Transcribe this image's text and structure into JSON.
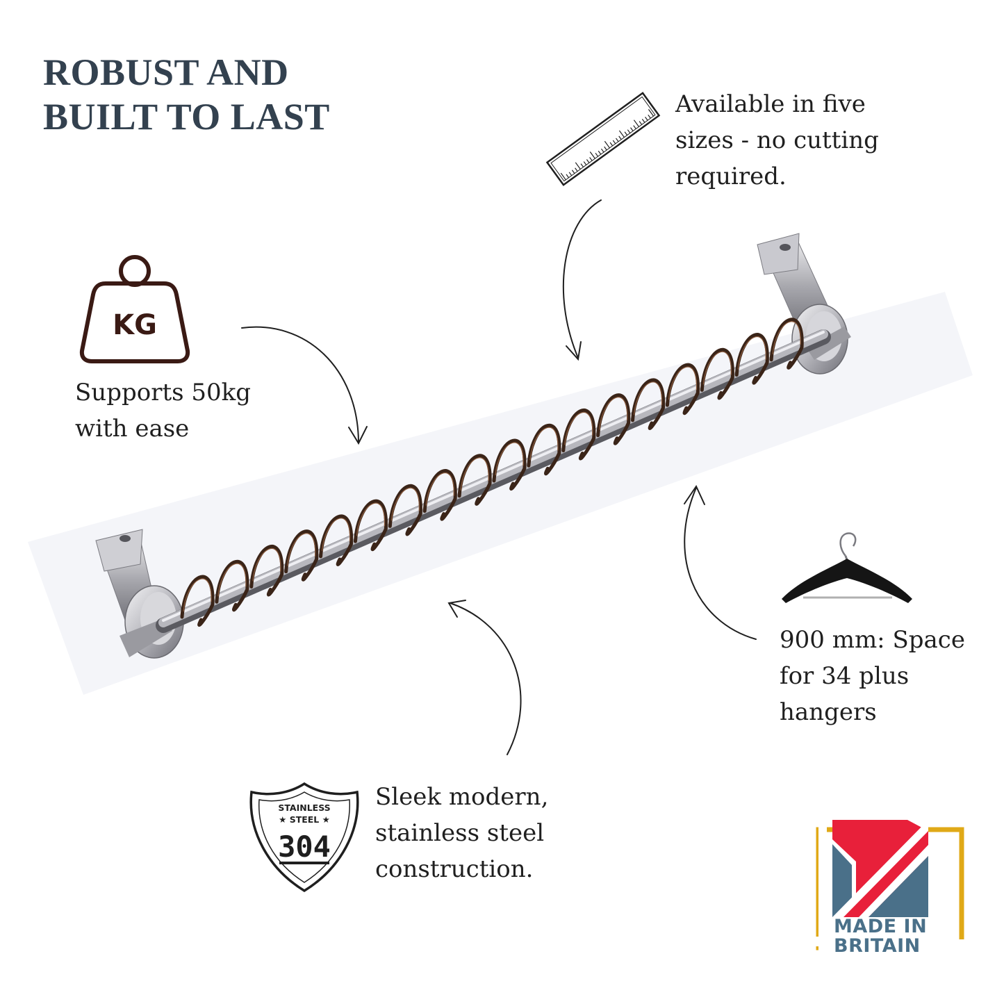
{
  "heading": {
    "line1": "ROBUST AND",
    "line2": "BUILT TO LAST"
  },
  "features": {
    "sizes": {
      "lines": [
        "Available in five",
        "sizes - no cutting",
        "required."
      ],
      "icon": "ruler-icon"
    },
    "weight": {
      "lines": [
        "Supports 50kg",
        "with ease"
      ],
      "icon": "kg-weight-icon",
      "icon_label": "KG"
    },
    "hangers": {
      "lines": [
        "900 mm: Space",
        "for 34 plus",
        "hangers"
      ],
      "icon": "coat-hanger-icon"
    },
    "steel": {
      "lines": [
        "Sleek modern,",
        "stainless steel",
        "construction."
      ],
      "icon": "stainless-steel-shield-icon",
      "badge": {
        "line1": "STAINLESS",
        "line2": "★ STEEL ★",
        "grade": "304"
      }
    }
  },
  "made_in": {
    "line1": "MADE IN",
    "line2": "BRITAIN"
  },
  "colors": {
    "heading": "#33414f",
    "flag_red": "#e8203a",
    "flag_blue": "#4a7089",
    "frame_gold": "#e0a917",
    "spiral": "#3a2418",
    "steel": "#b9b9bd"
  }
}
